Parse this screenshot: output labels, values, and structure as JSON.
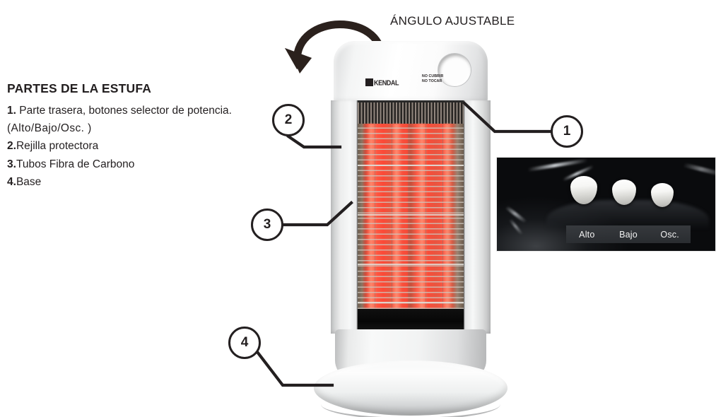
{
  "page": {
    "title": "Partes de la Estufa",
    "background_color": "#ffffff",
    "ink_color": "#231f20"
  },
  "top_caption": {
    "text": "ÁNGULO AJUSTABLE",
    "arrow": "curved-rotation-arrow"
  },
  "parts_list": {
    "title": "PARTES DE LA ESTUFA",
    "items": [
      {
        "number": "1.",
        "label": "Parte trasera, botones selector de potencia.",
        "sub": "(Alto/Bajo/Osc. )"
      },
      {
        "number": "2.",
        "label": "Rejilla protectora"
      },
      {
        "number": "3.",
        "label": "Tubos Fibra de Carbono"
      },
      {
        "number": "4.",
        "label": "Base"
      }
    ]
  },
  "callouts": [
    {
      "number": "1",
      "target": "rear-power-buttons"
    },
    {
      "number": "2",
      "target": "protective-grille"
    },
    {
      "number": "3",
      "target": "carbon-fiber-tubes"
    },
    {
      "number": "4",
      "target": "base"
    }
  ],
  "product": {
    "brand": "KENDAL",
    "warning_line_1": "NO CUBRIR",
    "warning_line_2": "NO TOCAR",
    "glow_color": "#fb4a37",
    "body_color": "#f4f5f5"
  },
  "inset_photo": {
    "caption": "rear-control-panel-closeup",
    "buttons": [
      {
        "label": "Alto"
      },
      {
        "label": "Bajo"
      },
      {
        "label": "Osc."
      }
    ]
  }
}
